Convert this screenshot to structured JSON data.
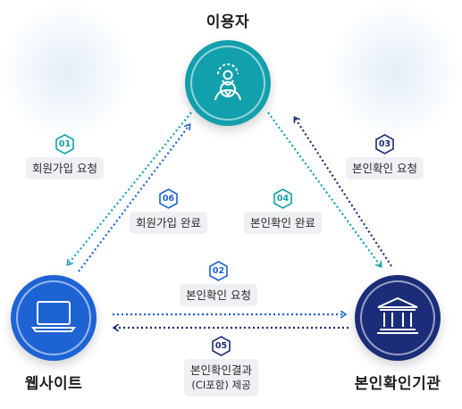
{
  "nodes": {
    "user": {
      "title": "이용자",
      "icon": "person-gear-icon",
      "color": "#13a0ad"
    },
    "website": {
      "title": "웹사이트",
      "icon": "laptop-icon",
      "color": "#1e63d4"
    },
    "institution": {
      "title": "본인확인기관",
      "icon": "bank-building-icon",
      "color": "#1b2d78"
    }
  },
  "steps": [
    {
      "num": "01",
      "label": "회원가입 요청",
      "color": "#13a0ad"
    },
    {
      "num": "02",
      "label": "본인확인 요청",
      "color": "#1e63d4"
    },
    {
      "num": "03",
      "label": "본인확인 요청",
      "color": "#1b2d78"
    },
    {
      "num": "04",
      "label": "본인확인 완료",
      "color": "#13a0ad"
    },
    {
      "num": "05",
      "label": "본인확인결과",
      "label2": "(CI포함) 제공",
      "color": "#1b2d78"
    },
    {
      "num": "06",
      "label": "회원가입 완료",
      "color": "#1e63d4"
    }
  ]
}
